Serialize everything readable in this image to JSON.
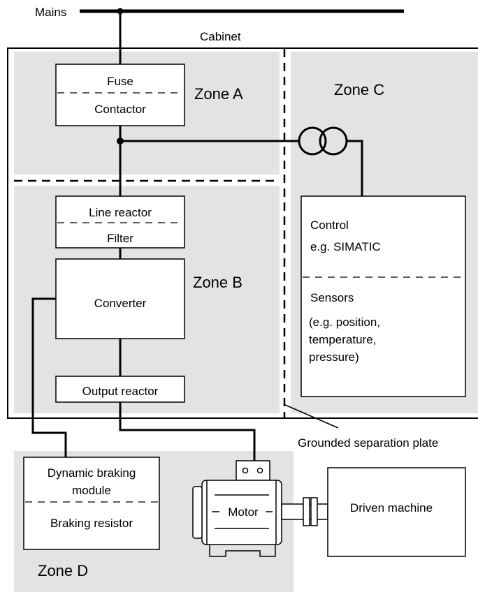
{
  "labels": {
    "mains": "Mains",
    "cabinet": "Cabinet",
    "zone_a": "Zone A",
    "zone_b": "Zone B",
    "zone_c": "Zone C",
    "zone_d": "Zone D",
    "fuse": "Fuse",
    "contactor": "Contactor",
    "line_reactor": "Line reactor",
    "filter": "Filter",
    "converter": "Converter",
    "output_reactor": "Output reactor",
    "control_1": "Control",
    "control_2": "e.g. SIMATIC",
    "sensors_1": "Sensors",
    "sensors_2": "(e.g. position,",
    "sensors_3": "temperature,",
    "sensors_4": "pressure)",
    "grounded_plate": "Grounded separation plate",
    "dbm_1": "Dynamic braking",
    "dbm_2": "module",
    "braking_resistor": "Braking resistor",
    "motor": "Motor",
    "driven_machine": "Driven machine"
  },
  "colors": {
    "zone_fill": "#e3e3e3",
    "line": "#000000",
    "box_fill": "#ffffff"
  }
}
